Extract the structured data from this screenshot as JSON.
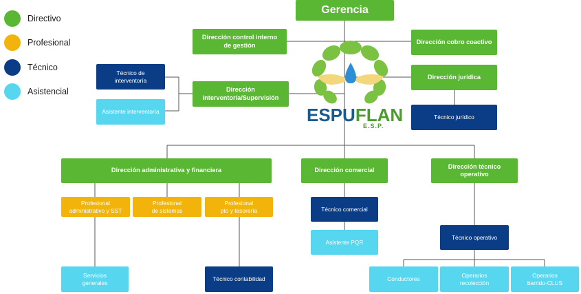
{
  "legend": [
    {
      "label": "Directivo",
      "color": "#5ab734"
    },
    {
      "label": "Profesional",
      "color": "#f2b40a"
    },
    {
      "label": "Técnico",
      "color": "#0a3d85"
    },
    {
      "label": "Asistencial",
      "color": "#57d7ef"
    }
  ],
  "logo": {
    "part1": "ESPU",
    "part2": "FLAN",
    "subtitle": "E.S.P."
  },
  "nodes": {
    "gerencia": "Gerencia",
    "control_interno": "Dirección control interno\nde gestión",
    "cobro_coactivo": "Dirección cobro coactivo",
    "juridica": "Dirección jurídica",
    "tecnico_juridico": "Técnico jurídico",
    "interventoria": "Dirección\ninterventoría/Supervisión",
    "tecnico_interventoria": "Técnico de\ninterventoría",
    "asistente_interventoria": "Asistente interventoría",
    "administrativa": "Dirección administrativa y financiera",
    "comercial": "Dirección comercial",
    "tecnico_operativo_dir": "Dirección técnico\noperativo",
    "prof_admin_sst": "Profesional\nadministrativo y SST",
    "prof_sistemas": "Profesional\nde sistemas",
    "prof_tesoreria": "Profesional\npto y tesorería",
    "tecnico_comercial": "Técnico comercial",
    "asistente_pqr": "Asistente PQR",
    "tecnico_operativo": "Técnico operativo",
    "servicios_generales": "Servicios\ngenerales",
    "tecnico_contabilidad": "Técnico contabilidad",
    "conductores": "Conductores",
    "operarios_recoleccion": "Operarios\nrecolección",
    "operarios_barrido": "Operarios\nbarrido-CLUS"
  }
}
